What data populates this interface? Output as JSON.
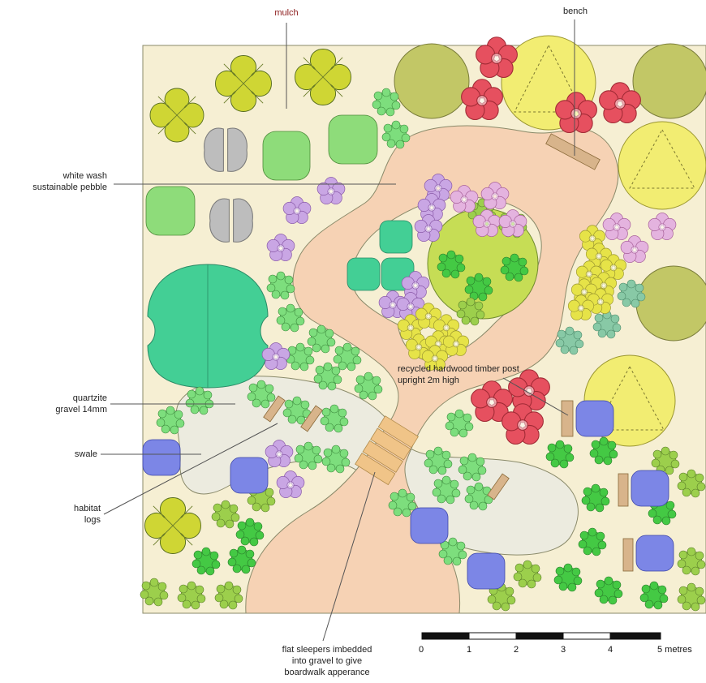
{
  "labels": {
    "mulch": "mulch",
    "bench": "bench",
    "white_wash": "white wash\nsustainable pebble",
    "quartzite": "quartzite\ngravel 14mm",
    "swale": "swale",
    "habitat_logs": "habitat\nlogs",
    "timber_post": "recycled hardwood timber post\nupright 2m high",
    "sleepers": "flat sleepers imbedded\ninto gravel to give\nboardwalk apperance"
  },
  "scale": {
    "ticks": [
      "0",
      "1",
      "2",
      "3",
      "4",
      "5 metres"
    ]
  },
  "colors": {
    "ground": "#f6efd3",
    "path": "#f6d2b4",
    "gravel": "#ecebdf",
    "yellow_green": "#cfd634",
    "olive": "#c2c766",
    "light_yellow": "#f2ed72",
    "teal": "#43cf95",
    "light_green": "#8edc7a",
    "mid_green": "#73d973",
    "dark_green": "#43c943",
    "grey": "#bdbdbd",
    "pink": "#e4b3df",
    "lavender": "#c9a6e4",
    "red": "#e6505f",
    "blue": "#7c86e6",
    "timber": "#d8b48b"
  }
}
